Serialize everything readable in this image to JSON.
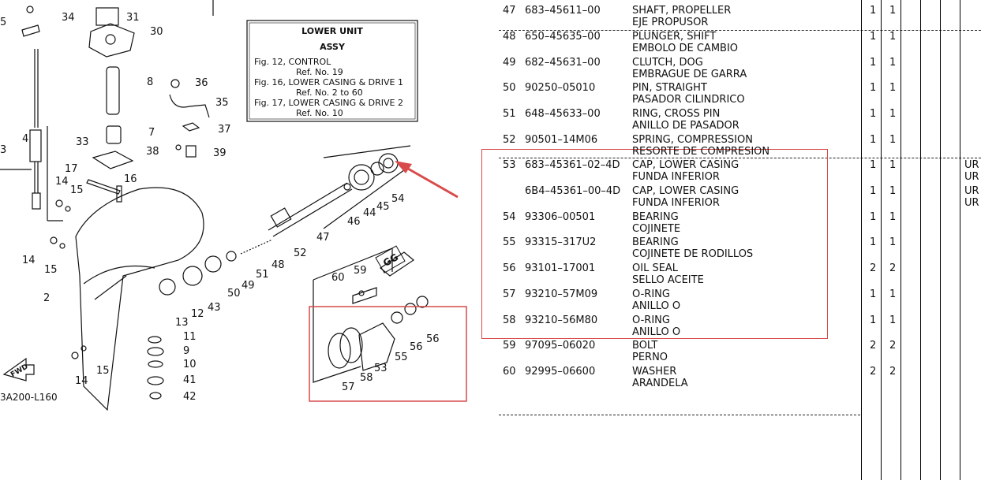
{
  "diagram": {
    "figure_code": "3A200-L160",
    "fwd_label": "FWD",
    "gg_label": "GG",
    "note_box": {
      "title_lines": [
        "LOWER UNIT",
        "ASSY"
      ],
      "refs": [
        {
          "fig": "Fig. 12, CONTROL",
          "ref": "Ref. No. 19"
        },
        {
          "fig": "Fig. 16, LOWER CASING & DRIVE 1",
          "ref": "Ref. No. 2 to 60"
        },
        {
          "fig": "Fig. 17, LOWER CASING & DRIVE 2",
          "ref": "Ref. No. 10"
        }
      ]
    },
    "callouts": [
      "5",
      "34",
      "31",
      "30",
      "8",
      "36",
      "35",
      "7",
      "37",
      "33",
      "38",
      "39",
      "4",
      "3",
      "17",
      "16",
      "14",
      "15",
      "14",
      "15",
      "2",
      "13",
      "12",
      "43",
      "50",
      "49",
      "51",
      "48",
      "52",
      "47",
      "46",
      "44",
      "45",
      "54",
      "11",
      "9",
      "10",
      "41",
      "42",
      "14",
      "15",
      "60",
      "59",
      "53",
      "55",
      "56",
      "56",
      "57",
      "58"
    ]
  },
  "parts_table": {
    "rows": [
      {
        "ref": "47",
        "part_no": "683–45611–00",
        "desc_en": "SHAFT, PROPELLER",
        "desc_es": "EJE PROPUSOR",
        "q1": "1",
        "q2": "1",
        "extra": ""
      },
      {
        "ref": "48",
        "part_no": "650–45635–00",
        "desc_en": "PLUNGER, SHIFT",
        "desc_es": "EMBOLO DE CAMBIO",
        "q1": "1",
        "q2": "1",
        "extra": ""
      },
      {
        "ref": "49",
        "part_no": "682–45631–00",
        "desc_en": "CLUTCH, DOG",
        "desc_es": "EMBRAGUE DE GARRA",
        "q1": "1",
        "q2": "1",
        "extra": ""
      },
      {
        "ref": "50",
        "part_no": "90250–05010",
        "desc_en": "PIN, STRAIGHT",
        "desc_es": "PASADOR CILINDRICO",
        "q1": "1",
        "q2": "1",
        "extra": ""
      },
      {
        "ref": "51",
        "part_no": "648–45633–00",
        "desc_en": "RING, CROSS PIN",
        "desc_es": "ANILLO DE PASADOR",
        "q1": "1",
        "q2": "1",
        "extra": ""
      },
      {
        "ref": "52",
        "part_no": "90501–14M06",
        "desc_en": "SPRING, COMPRESSION",
        "desc_es": "RESORTE DE COMPRESION",
        "q1": "1",
        "q2": "1",
        "extra": ""
      },
      {
        "ref": "53",
        "part_no": "683–45361–02–4D",
        "desc_en": "CAP, LOWER CASING",
        "desc_es": "FUNDA INFERIOR",
        "q1": "1",
        "q2": "1",
        "extra": "UR"
      },
      {
        "ref": "",
        "part_no": "6B4–45361–00–4D",
        "desc_en": "CAP, LOWER CASING",
        "desc_es": "FUNDA INFERIOR",
        "q1": "1",
        "q2": "1",
        "extra": "UR"
      },
      {
        "ref": "54",
        "part_no": "93306–00501",
        "desc_en": "BEARING",
        "desc_es": "COJINETE",
        "q1": "1",
        "q2": "1",
        "extra": ""
      },
      {
        "ref": "55",
        "part_no": "93315–317U2",
        "desc_en": "BEARING",
        "desc_es": "COJINETE DE RODILLOS",
        "q1": "1",
        "q2": "1",
        "extra": ""
      },
      {
        "ref": "56",
        "part_no": "93101–17001",
        "desc_en": "OIL SEAL",
        "desc_es": "SELLO ACEITE",
        "q1": "2",
        "q2": "2",
        "extra": ""
      },
      {
        "ref": "57",
        "part_no": "93210–57M09",
        "desc_en": "O-RING",
        "desc_es": "ANILLO O",
        "q1": "1",
        "q2": "1",
        "extra": ""
      },
      {
        "ref": "58",
        "part_no": "93210–56M80",
        "desc_en": "O-RING",
        "desc_es": "ANILLO O",
        "q1": "1",
        "q2": "1",
        "extra": ""
      },
      {
        "ref": "59",
        "part_no": "97095–06020",
        "desc_en": "BOLT",
        "desc_es": "PERNO",
        "q1": "2",
        "q2": "2",
        "extra": ""
      },
      {
        "ref": "60",
        "part_no": "92995–06600",
        "desc_en": "WASHER",
        "desc_es": "ARANDELA",
        "q1": "2",
        "q2": "2",
        "extra": ""
      }
    ]
  }
}
